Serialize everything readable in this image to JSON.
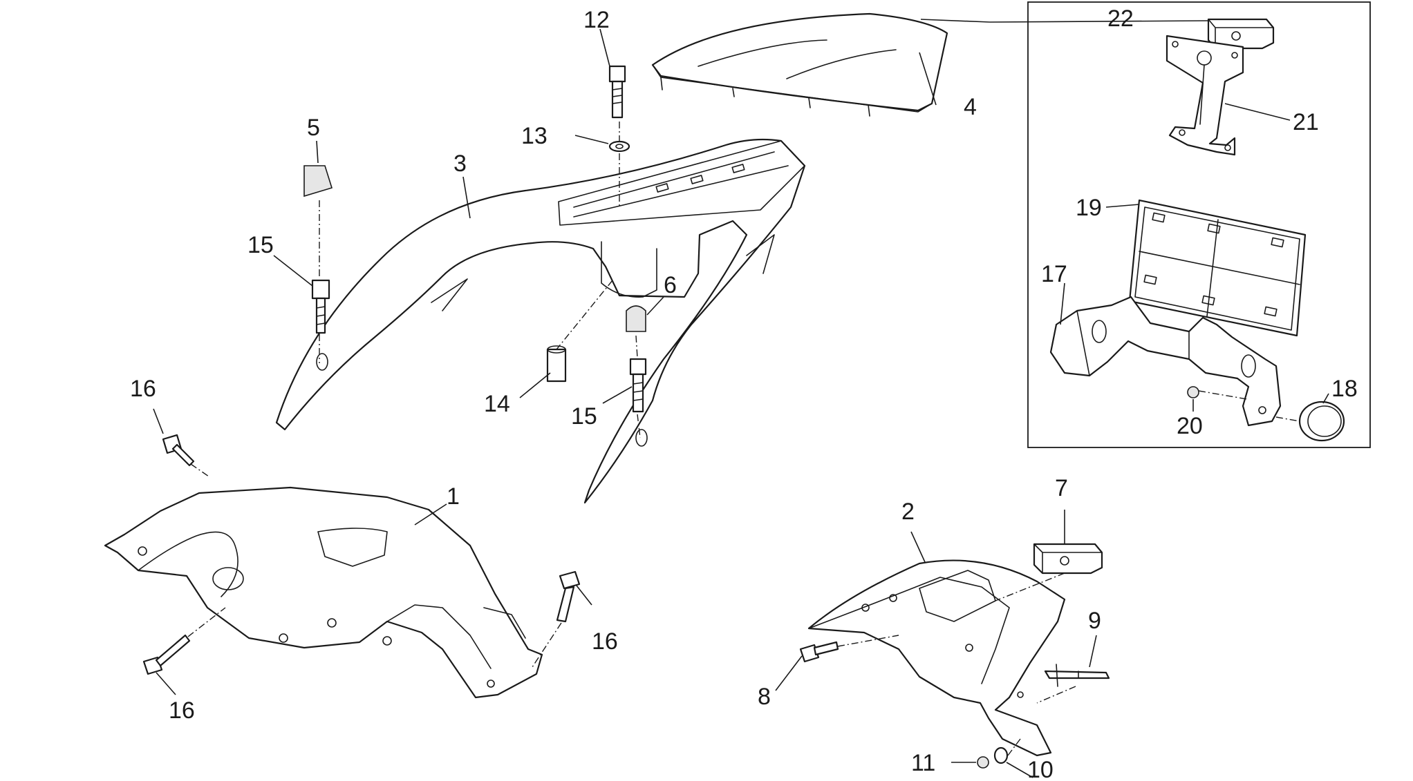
{
  "diagram": {
    "type": "exploded-parts-diagram",
    "callouts": [
      {
        "id": "1",
        "label": "1"
      },
      {
        "id": "2",
        "label": "2"
      },
      {
        "id": "3",
        "label": "3"
      },
      {
        "id": "4",
        "label": "4"
      },
      {
        "id": "5",
        "label": "5"
      },
      {
        "id": "6",
        "label": "6"
      },
      {
        "id": "7",
        "label": "7"
      },
      {
        "id": "8",
        "label": "8"
      },
      {
        "id": "9",
        "label": "9"
      },
      {
        "id": "10",
        "label": "10"
      },
      {
        "id": "11",
        "label": "11"
      },
      {
        "id": "12",
        "label": "12"
      },
      {
        "id": "13",
        "label": "13"
      },
      {
        "id": "14",
        "label": "14"
      },
      {
        "id": "15a",
        "label": "15"
      },
      {
        "id": "15b",
        "label": "15"
      },
      {
        "id": "16a",
        "label": "16"
      },
      {
        "id": "16b",
        "label": "16"
      },
      {
        "id": "16c",
        "label": "16"
      },
      {
        "id": "17",
        "label": "17"
      },
      {
        "id": "18",
        "label": "18"
      },
      {
        "id": "19",
        "label": "19"
      },
      {
        "id": "20",
        "label": "20"
      },
      {
        "id": "21",
        "label": "21"
      },
      {
        "id": "22",
        "label": "22"
      }
    ],
    "colors": {
      "line": "#1a1a1a",
      "background": "#ffffff"
    }
  }
}
